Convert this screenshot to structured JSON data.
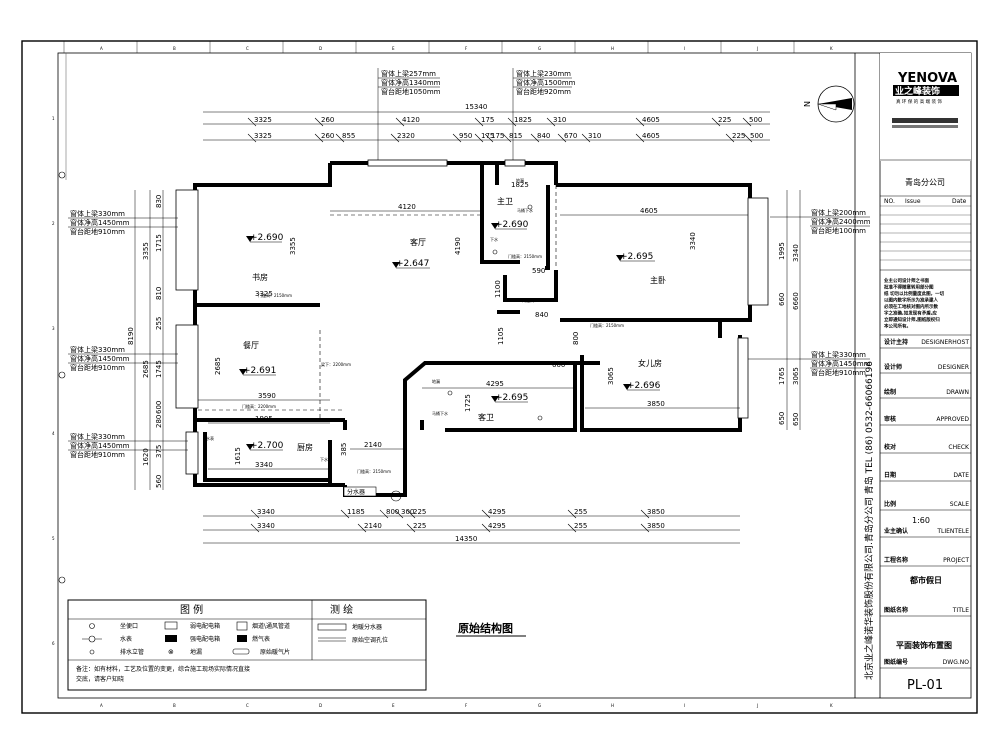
{
  "rooms": {
    "study": "书房",
    "living": "客厅",
    "master_bath": "主卫",
    "master_bed": "主卧",
    "dining": "餐厅",
    "kitchen": "厨房",
    "guest_bath": "客卫",
    "daughter": "女儿房"
  },
  "levels": {
    "study": "+2.690",
    "living": "+2.647",
    "master_bath": "+2.690",
    "master_bed": "+2.695",
    "dining": "+2.691",
    "kitchen": "+2.700",
    "guest_bath": "+2.695",
    "daughter": "+2.696"
  },
  "window_notes": {
    "top_living": [
      "窗体上梁257mm",
      "窗体净高1340mm",
      "窗台距地1050mm"
    ],
    "top_bath": [
      "窗体上梁230mm",
      "窗体净高1500mm",
      "窗台距地920mm"
    ],
    "left_study": [
      "窗体上梁330mm",
      "窗体净高1450mm",
      "窗台距地910mm"
    ],
    "left_dining": [
      "窗体上梁330mm",
      "窗体净高1450mm",
      "窗台距地910mm"
    ],
    "left_kitchen": [
      "窗体上梁330mm",
      "窗体净高1450mm",
      "窗台距地910mm"
    ],
    "right_master": [
      "窗体上梁200mm",
      "窗体净高2400mm",
      "窗台距地100mm"
    ],
    "right_daughter": [
      "窗体上梁330mm",
      "窗体净高1450mm",
      "窗台距地910mm"
    ]
  },
  "dims": {
    "top_total": "15340",
    "top_row1": [
      "3325",
      "260",
      "4120",
      "175",
      "1825",
      "310",
      "4605",
      "225",
      "500"
    ],
    "top_row2": [
      "3325",
      "260",
      "855",
      "2320",
      "950",
      "175",
      "175",
      "815",
      "840",
      "670",
      "310",
      "4605",
      "225",
      "500"
    ],
    "bottom_row1": [
      "3340",
      "1185",
      "800",
      "300",
      "225",
      "4295",
      "255",
      "3850"
    ],
    "bottom_row2": [
      "3340",
      "2140",
      "225",
      "4295",
      "255",
      "3850"
    ],
    "bottom_total": "14350",
    "left_total": "8190",
    "left_row1": [
      "830",
      "1715",
      "810",
      "255",
      "1745",
      "600",
      "280",
      "375",
      "560"
    ],
    "left_row2": [
      "3355",
      "2685",
      "1620"
    ],
    "right_row1": [
      "1995",
      "660",
      "1765",
      "650"
    ],
    "right_row2": [
      "3340",
      "6660",
      "3065",
      "650"
    ],
    "inner": {
      "living_width": "4120",
      "living_depth": "4190",
      "study_depth": "3355",
      "study_width": "3325",
      "master_width": "4605",
      "master_depth": "3340",
      "bath_width": "1825",
      "bath_small": "590",
      "bath_depth": "1100",
      "corr_width": "840",
      "dining_width": "3590",
      "dining_depth": "2685",
      "kitchen_width": "3340",
      "kitchen_depth": "1615",
      "kitchen_door": "1905",
      "kitchen_side": "385",
      "corr_long": "2140",
      "guest_width": "4295",
      "guest_depth": "1725",
      "guest_stub": "600",
      "daughter_width": "3850",
      "daughter_depth": "3065",
      "corr_drop": "1105",
      "corr_drop2": "800"
    }
  },
  "small_notes": {
    "door_2150": "门槛高：2150mm",
    "door_2200": "门槛高：2200mm",
    "beam_2200": "梁下：2200mm",
    "drain": "马桶下水",
    "floor_drain": "地漏",
    "water_meter": "水表",
    "dist_box": "分水器",
    "outlet": "下水"
  },
  "legend": {
    "title": "图  例",
    "survey_title": "测  绘",
    "items": [
      "坐便口",
      "水表",
      "排水立管",
      "弱电配电箱",
      "强电配电箱",
      "地漏",
      "烟道\\通风管道",
      "燃气表",
      "原始暖气片",
      "地暖分水器",
      "原始空调孔位"
    ],
    "note_line1": "备注：如有材料，工艺及位置的变更，综合施工现场实际情况直接",
    "note_line2": "交底，请客户知晓"
  },
  "drawing_title": "原始结构图",
  "title_block": {
    "brand": "YENOVA",
    "brand_cn": "业之峰装饰",
    "slogan": "真 环 保 的 高 端 装 饰",
    "branch": "青岛分公司",
    "rev_headers": [
      "NO.",
      "Issue",
      "Date"
    ],
    "notice": [
      "业主公司设计师之书面",
      "批准不得随意转用部分图",
      "纸 切勿以比例量度此图，一切",
      "以图内数字所示为准承建人",
      "必须在工地核对图内所示数",
      "字之准确,如发现有矛盾,应",
      "立即通知设计师,图纸版权归",
      "本公司所有。"
    ],
    "rows": [
      {
        "label": "设计主持",
        "value": "DESIGNERHOST"
      },
      {
        "label": "设计师",
        "value": "DESIGNER"
      },
      {
        "label": "绘制",
        "value": "DRAWN"
      },
      {
        "label": "审核",
        "value": "APPROVED"
      },
      {
        "label": "校对",
        "value": "CHECK"
      },
      {
        "label": "日期",
        "value": "DATE"
      },
      {
        "label": "比例",
        "value": "SCALE"
      },
      {
        "label": "业主确认",
        "value": "TLIENTELE"
      },
      {
        "label": "工程名称",
        "value": "PROJECT"
      },
      {
        "label": "图纸名称",
        "value": "TITLE"
      },
      {
        "label": "图纸编号",
        "value": "DWG.NO"
      }
    ],
    "scale_value": "1:60",
    "project_value": "都市假日",
    "title_value": "平面装饰布置图",
    "dwg_value": "PL-01",
    "vertical_company": "北京业之峰诺华装饰股份有限公司.青岛分公司   青岛  TEL (86) 0532-66066196"
  },
  "grid_letters": [
    "A",
    "B",
    "C",
    "D",
    "E",
    "F",
    "G",
    "H",
    "I",
    "J",
    "K"
  ],
  "grid_numbers": [
    "1",
    "2",
    "3",
    "4",
    "5",
    "6"
  ]
}
